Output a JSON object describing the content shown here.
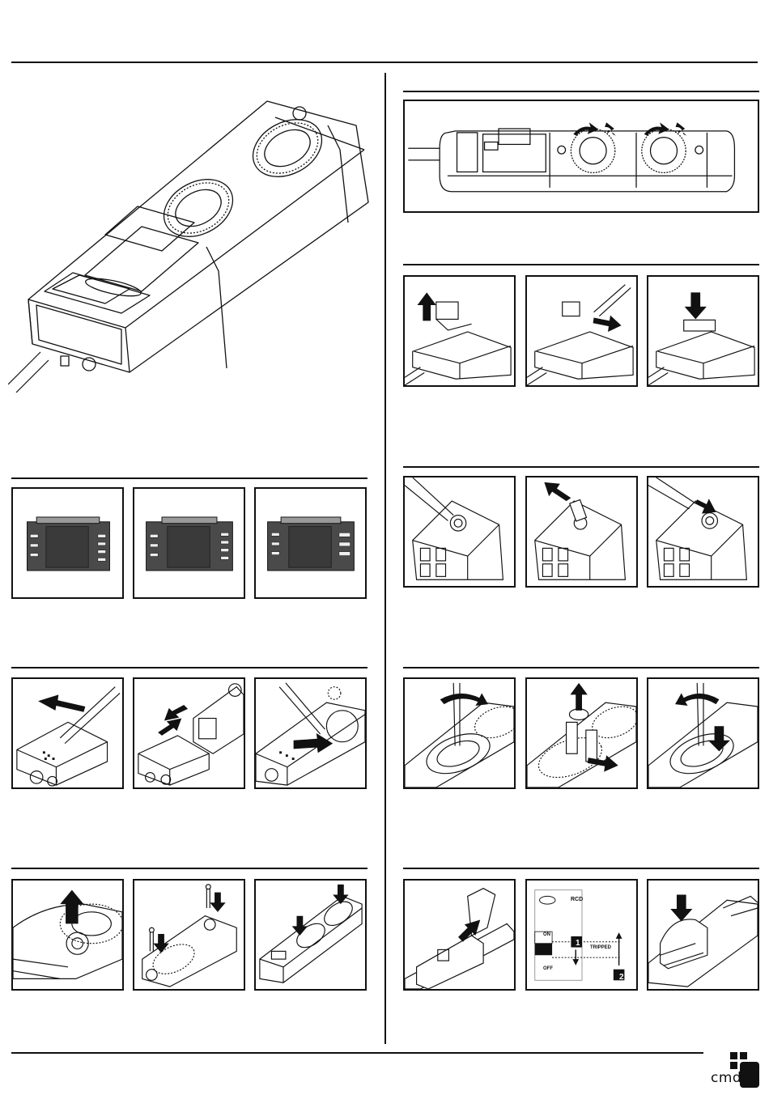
{
  "diagram": {
    "rcd_panel": {
      "rcd_label": "RCD",
      "on_label": "ON",
      "off_label": "OFF",
      "tripped_label": "TRIPPED",
      "step_1": "1",
      "step_2": "2"
    }
  },
  "brand": {
    "name": "cmd"
  }
}
